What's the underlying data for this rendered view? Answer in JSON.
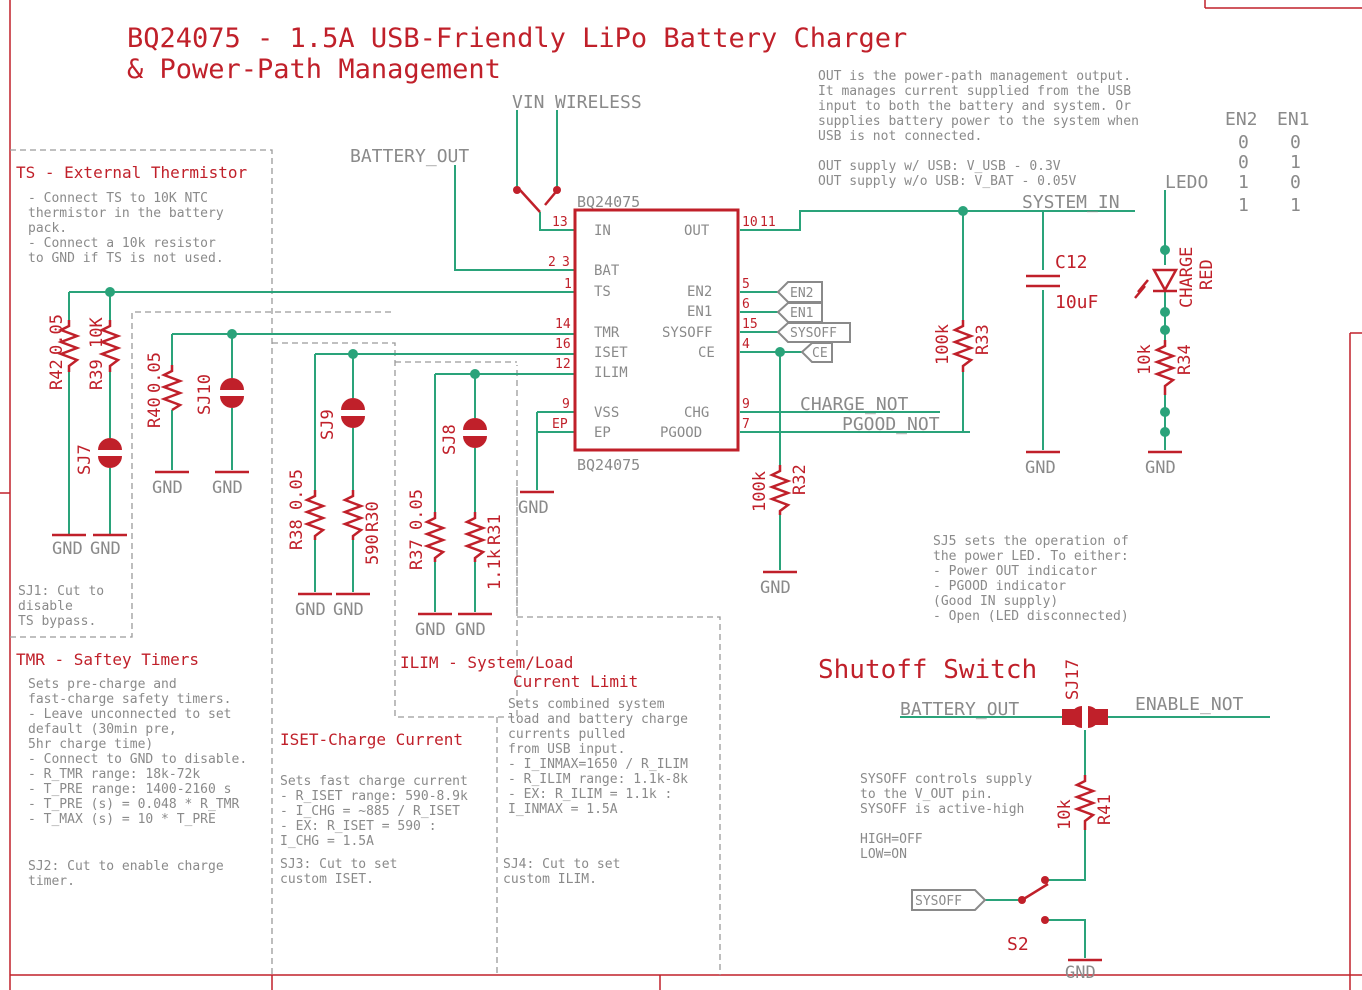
{
  "title": {
    "line1": "BQ24075 - 1.5A USB-Friendly LiPo Battery Charger",
    "line2": "& Power-Path Management"
  },
  "nets": {
    "vin": "VIN",
    "wireless": "WIRELESS",
    "battery_out": "BATTERY_OUT",
    "system_in": "SYSTEM_IN",
    "charge_not": "CHARGE_NOT",
    "pgood_not": "PGOOD_NOT",
    "enable_not": "ENABLE_NOT",
    "ledo": "LEDO",
    "gnd": "GND"
  },
  "ic": {
    "name": "BQ24075",
    "left_pins": [
      {
        "num": "13",
        "name": "IN"
      },
      {
        "num": "2",
        "name": "BAT"
      },
      {
        "num": "1",
        "name": "TS"
      },
      {
        "num": "14",
        "name": "TMR"
      },
      {
        "num": "16",
        "name": "ISET"
      },
      {
        "num": "12",
        "name": "ILIM"
      },
      {
        "num": "9",
        "name": "VSS"
      },
      {
        "num": "EP",
        "name": "EP"
      }
    ],
    "right_pins": [
      {
        "num": "10",
        "name": "OUT"
      },
      {
        "num": "5",
        "name": "EN2"
      },
      {
        "num": "6",
        "name": "EN1"
      },
      {
        "num": "15",
        "name": "SYSOFF"
      },
      {
        "num": "4",
        "name": "CE"
      },
      {
        "num": "9",
        "name": "CHG"
      },
      {
        "num": "7",
        "name": "PGOOD"
      }
    ],
    "pin_11": "11",
    "pin_3": "3"
  },
  "flags": [
    "EN2",
    "EN1",
    "SYSOFF",
    "CE",
    "SYSOFF"
  ],
  "parts": {
    "r42": {
      "ref": "R42",
      "value": "0.05"
    },
    "r39": {
      "ref": "R39",
      "value": "10K"
    },
    "sj7": "SJ7",
    "r40": {
      "ref": "R40",
      "value": "0.05"
    },
    "sj10": "SJ10",
    "r38": {
      "ref": "R38",
      "value": "0.05"
    },
    "sj9": "SJ9",
    "r30": {
      "ref": "R30",
      "value": "590"
    },
    "r37": {
      "ref": "R37",
      "value": "0.05"
    },
    "sj8": "SJ8",
    "r31": {
      "ref": "R31",
      "value": "1.1k"
    },
    "r33": {
      "ref": "R33",
      "value": "100k"
    },
    "r32": {
      "ref": "R32",
      "value": "100k"
    },
    "r34": {
      "ref": "R34",
      "value": "10k"
    },
    "c12": {
      "ref": "C12",
      "value": "10uF"
    },
    "led": {
      "ref": "CHARGE",
      "value": "RED"
    },
    "sj17": "SJ17",
    "r41": {
      "ref": "R41",
      "value": "10k"
    },
    "s2": "S2"
  },
  "notes": {
    "out": [
      "OUT is the power-path management output.",
      "It manages current supplied from the USB",
      "input to both the battery and system. Or",
      "supplies battery power to the system when",
      "USB is not connected.",
      "",
      "OUT supply w/ USB: V_USB - 0.3V",
      "OUT supply w/o USB: V_BAT - 0.05V"
    ],
    "en_table": {
      "headers": [
        "EN2",
        "EN1"
      ],
      "rows": [
        [
          "0",
          "0"
        ],
        [
          "0",
          "1"
        ],
        [
          "1",
          "0"
        ],
        [
          "1",
          "1"
        ]
      ]
    },
    "ts_title": "TS - External Thermistor",
    "ts": [
      "- Connect TS to 10K NTC",
      "thermistor in the battery",
      "pack.",
      "- Connect a 10k resistor",
      "to GND if TS is not used."
    ],
    "sj1": [
      "SJ1: Cut to",
      "disable",
      "TS bypass."
    ],
    "tmr_title": "TMR - Saftey Timers",
    "tmr": [
      "Sets pre-charge and",
      "fast-charge safety timers.",
      "- Leave unconnected to set",
      "  default (30min pre,",
      "  5hr charge time)",
      "- Connect to GND to disable.",
      "- R_TMR range: 18k-72k",
      "- T_PRE range: 1400-2160 s",
      "- T_PRE (s) = 0.048 * R_TMR",
      "- T_MAX (s) = 10 * T_PRE"
    ],
    "sj2": [
      "SJ2: Cut to enable charge",
      "timer."
    ],
    "iset_title": "ISET-Charge Current",
    "iset": [
      "Sets fast charge current",
      "- R_ISET range: 590-8.9k",
      "- I_CHG = ~885 / R_ISET",
      "  - EX: R_ISET = 590 :",
      "       I_CHG = 1.5A"
    ],
    "sj3": [
      "SJ3: Cut to set",
      "custom ISET."
    ],
    "ilim_title_1": "ILIM - System/Load",
    "ilim_title_2": "Current Limit",
    "ilim": [
      "Sets combined system",
      "load and battery charge",
      "currents pulled",
      "from USB input.",
      "- I_INMAX=1650 / R_ILIM",
      "- R_ILIM range: 1.1k-8k",
      "  - EX: R_ILIM = 1.1k :",
      "       I_INMAX = 1.5A"
    ],
    "sj4": [
      "SJ4: Cut to set",
      "custom ILIM."
    ],
    "sj5": [
      "SJ5 sets the operation of",
      "the power LED. To either:",
      "  - Power OUT indicator",
      "  - PGOOD indicator",
      "     (Good IN supply)",
      "  - Open (LED disconnected)"
    ],
    "shutoff_title": "Shutoff Switch",
    "sysoff": [
      "SYSOFF controls supply",
      "to the V_OUT pin.",
      "SYSOFF is active-high",
      "",
      "HIGH=OFF",
      "LOW=ON"
    ]
  },
  "colors": {
    "part": "#c0202a",
    "wire": "#2aa37a",
    "net_label": "#8a8a8a",
    "note": "#8a8a8a",
    "dashed_box": "#9a9a9a"
  }
}
